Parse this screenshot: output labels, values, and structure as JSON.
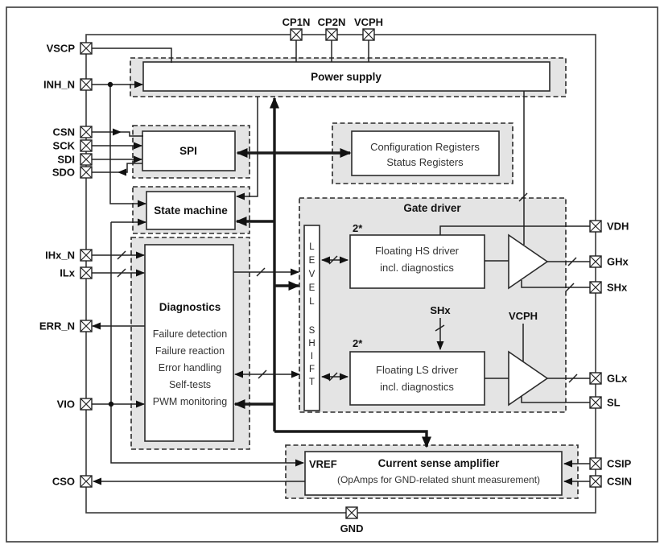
{
  "pins": {
    "left": [
      "VSCP",
      "INH_N",
      "CSN",
      "SCK",
      "SDI",
      "SDO",
      "IHx_N",
      "ILx",
      "ERR_N",
      "VIO",
      "CSO"
    ],
    "top": [
      "CP1N",
      "CP2N",
      "VCPH"
    ],
    "right": [
      "VDH",
      "GHx",
      "SHx",
      "GLx",
      "SL",
      "CSIP",
      "CSIN"
    ],
    "bottom": [
      "GND"
    ]
  },
  "blocks": {
    "power_supply": {
      "title": "Power supply"
    },
    "spi": {
      "title": "SPI"
    },
    "registers": {
      "line1": "Configuration Registers",
      "line2": "Status Registers"
    },
    "state_machine": {
      "title": "State machine"
    },
    "diagnostics": {
      "title": "Diagnostics",
      "functions": [
        "Failure detection",
        "Failure reaction",
        "Error handling",
        "Self-tests",
        "PWM monitoring"
      ]
    },
    "gate_driver": {
      "title": "Gate driver",
      "channel_count_hs": "2*",
      "channel_count_ls": "2*",
      "hs_driver_line1": "Floating HS driver",
      "hs_driver_line2": "incl. diagnostics",
      "ls_driver_line1": "Floating LS driver",
      "ls_driver_line2": "incl. diagnostics",
      "shx_net": "SHx",
      "vcph_net": "VCPH",
      "level_shift_letters": [
        "L",
        "E",
        "V",
        "E",
        "L",
        "S",
        "H",
        "I",
        "F",
        "T"
      ]
    },
    "current_sense": {
      "vref": "VREF",
      "title": "Current sense amplifier",
      "subtitle": "(OpAmps for GND-related shunt measurement)"
    }
  },
  "icons": {
    "pin": "crossed-square-pad",
    "buffer": "triangle-amplifier",
    "bus_marker": "slash"
  },
  "colors": {
    "background": "#ffffff",
    "container_fill": "#e4e4e4",
    "line": "#222222",
    "text": "#111111"
  }
}
